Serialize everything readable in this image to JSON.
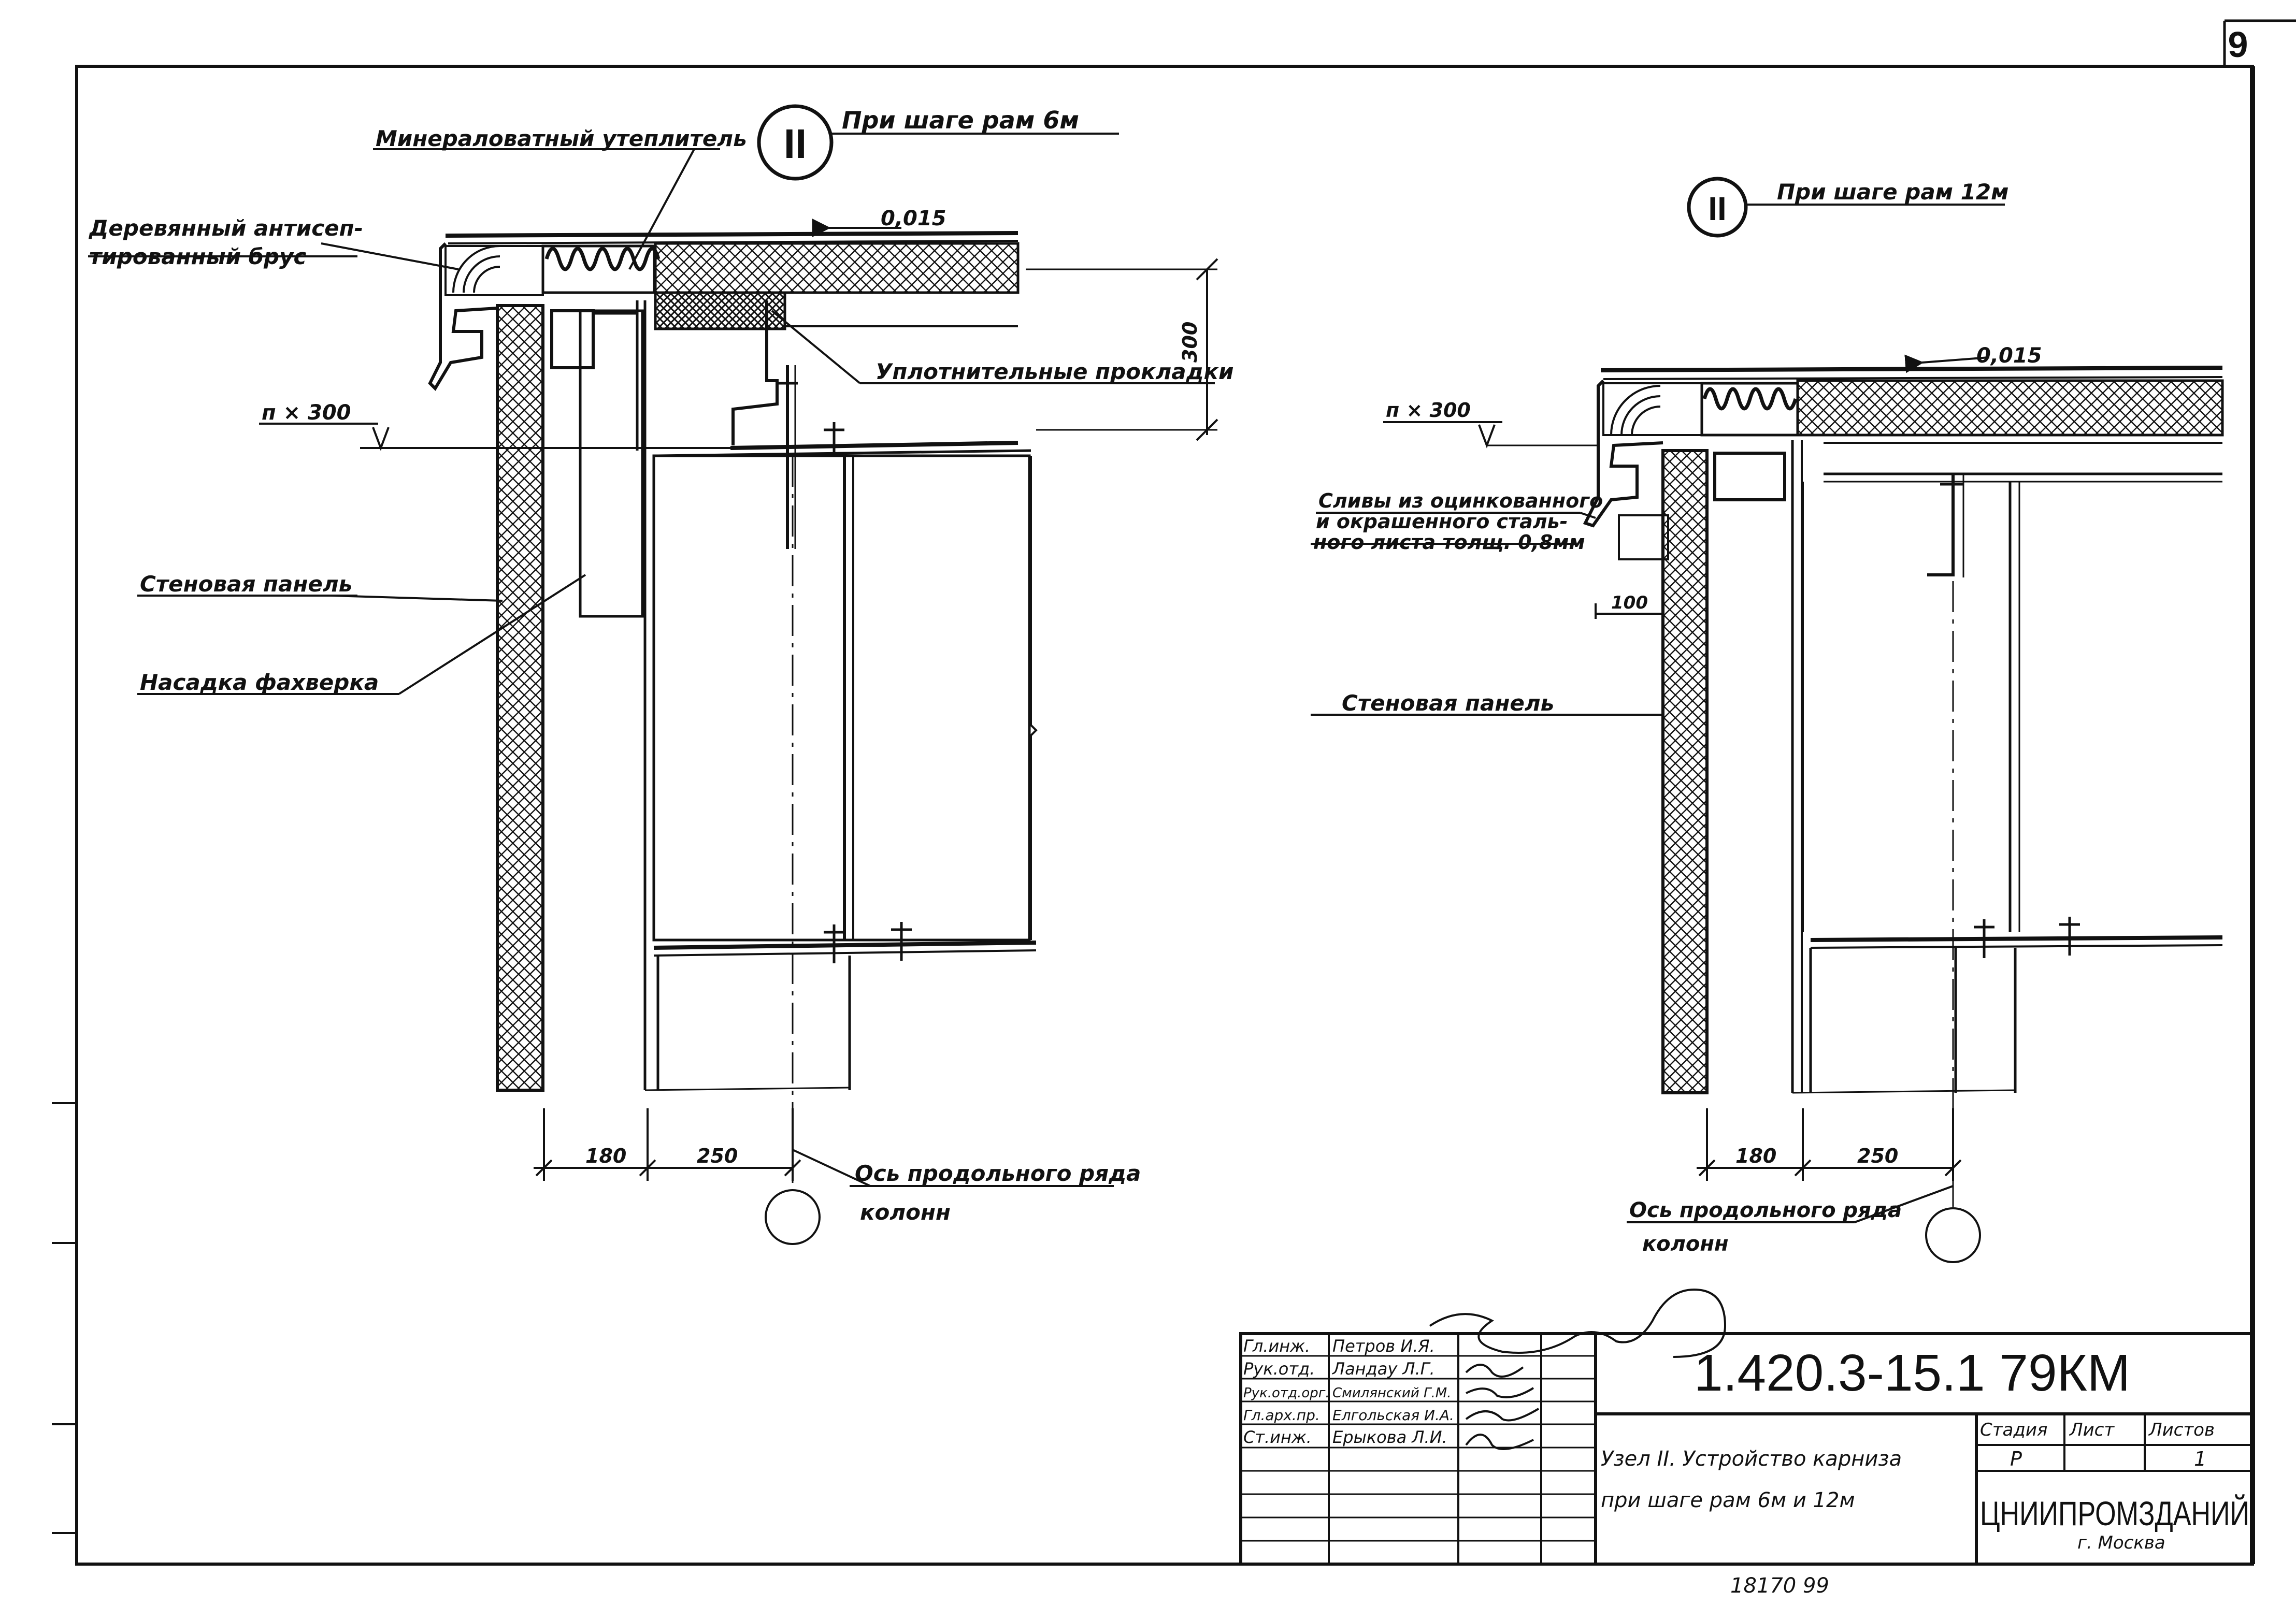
{
  "sheet_number": "9",
  "left_detail": {
    "node_mark": "II",
    "heading": "При шаге рам 6м",
    "labels": {
      "insulation": "Минераловатный утеплитель",
      "beam_line1": "Деревянный антисеп-",
      "beam_line2": "тированный брус",
      "slope": "0,015",
      "gaskets": "Уплотнительные прокладки",
      "level": "п × 300",
      "height_dim": "300",
      "wall_panel": "Стеновая панель",
      "truss_cap": "Насадка фахверка",
      "dim_180": "180",
      "dim_250": "250",
      "axis_line1": "Ось продольного ряда",
      "axis_line2": "колонн"
    }
  },
  "right_detail": {
    "node_mark": "II",
    "heading": "При шаге рам 12м",
    "labels": {
      "slope": "0,015",
      "level": "п × 300",
      "drip_line1": "Сливы из оцинкованного",
      "drip_line2": "и окрашенного сталь-",
      "drip_line3": "ного листа толщ. 0,8мм",
      "dim_100": "100",
      "wall_panel": "Стеновая панель",
      "dim_180": "180",
      "dim_250": "250",
      "axis_line1": "Ось продольного ряда",
      "axis_line2": "колонн"
    }
  },
  "title_block": {
    "code": "1.420.3-15.1  79КМ",
    "signatories": [
      {
        "role": "Гл.инж.",
        "name": "Петров И.Я."
      },
      {
        "role": "Рук.отд.",
        "name": "Ландау Л.Г."
      },
      {
        "role": "Рук.отд.орг.",
        "name": "Смилянский Г.М."
      },
      {
        "role": "Гл.арх.пр.",
        "name": "Елгольская И.А."
      },
      {
        "role": "Ст.инж.",
        "name": "Ерыкова Л.И."
      }
    ],
    "description_line1": "Узел II. Устройство карниза",
    "description_line2": "при шаге рам 6м и 12м",
    "stage_header": "Стадия",
    "sheet_header": "Лист",
    "sheets_header": "Листов",
    "stage_value": "Р",
    "sheets_value": "1",
    "organization": "ЦНИИПРОМЗДАНИЙ",
    "city": "г. Москва"
  },
  "archive_number": "18170  99"
}
